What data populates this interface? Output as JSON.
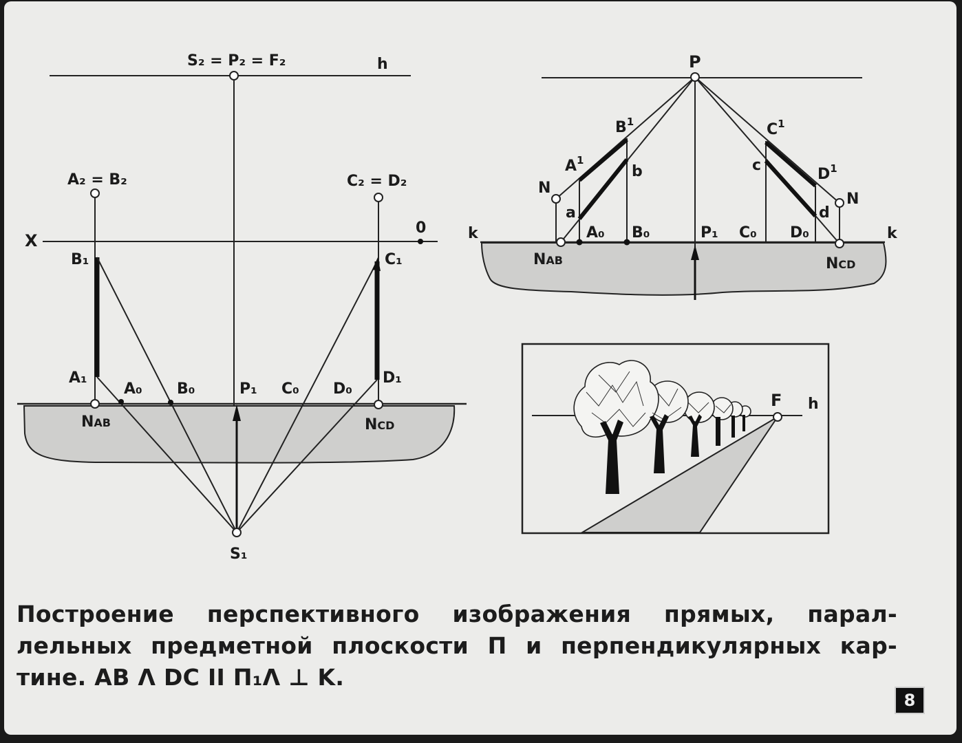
{
  "diagram_left": {
    "top": "S₂ = P₂ = F₂",
    "h": "h",
    "a2b2": "A₂ = B₂",
    "c2d2": "C₂ = D₂",
    "x": "X",
    "zero": "0",
    "b1": "B₁",
    "c1": "C₁",
    "a1": "A₁",
    "a0": "A₀",
    "b0": "B₀",
    "p1": "P₁",
    "c0": "C₀",
    "d0": "D₀",
    "d1": "D₁",
    "nab": "N",
    "nab_sub": "AB",
    "ncd": "N",
    "ncd_sub": "CD",
    "s1": "S₁"
  },
  "diagram_right": {
    "p": "P",
    "b1": "B",
    "a1": "A",
    "c1": "C",
    "d1": "D",
    "sup": "1",
    "b": "b",
    "c": "c",
    "a": "a",
    "d": "d",
    "n_left": "N",
    "n_right": "N",
    "k_left": "k",
    "k_right": "k",
    "a0": "A₀",
    "b0": "B₀",
    "p1": "P₁",
    "c0": "C₀",
    "d0": "D₀",
    "nab": "N",
    "nab_sub": "AB",
    "ncd": "N",
    "ncd_sub": "CD"
  },
  "scene": {
    "f": "F",
    "h": "h"
  },
  "caption": {
    "line1": "Построение перспективного изображения прямых, парал-",
    "line2": "лельных предметной плоскости П и перпендикулярных кар-",
    "line3": "тине. AB Λ DC II П₁Λ ⊥ K."
  },
  "page_number": "8",
  "colors": {
    "ground": "#cfcfcd",
    "ink": "#1b1b1b",
    "paper": "#ececea"
  }
}
